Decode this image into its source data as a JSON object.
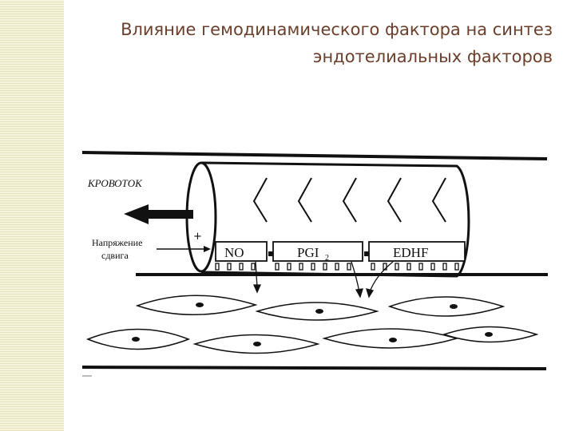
{
  "slide": {
    "title_line1": "Влияние гемодинамического фактора на синтез",
    "title_line2": "эндотелиальных факторов"
  },
  "diagram": {
    "blood_flow_label": "КРОВОТОК",
    "shear_label_line1": "Напряжение",
    "shear_label_line2": "сдвига",
    "plus_sign": "+",
    "factor_no": "NO",
    "factor_pgi": "PGI",
    "factor_pgi_subscript": "2",
    "factor_edhf": "EDHF"
  }
}
